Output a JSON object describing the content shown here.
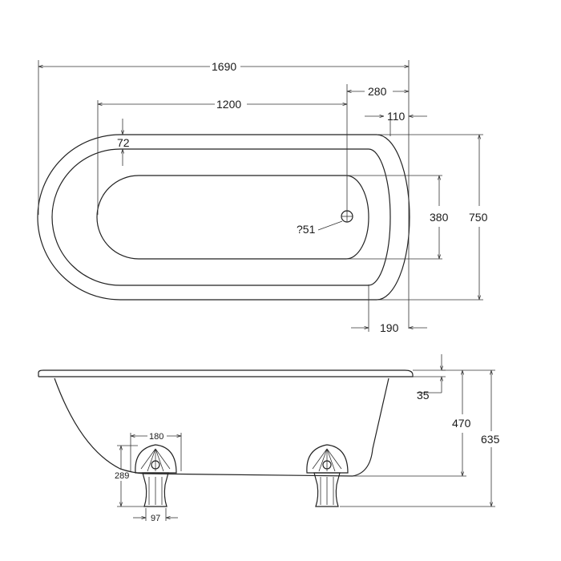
{
  "drawing": {
    "type": "bathtub technical drawing",
    "plan_view": {
      "overall_length": "1690",
      "inner_length": "1200",
      "waste_offset": "280",
      "end_offset_top": "110",
      "rim_width": "72",
      "inner_width": "380",
      "overall_width": "750",
      "end_offset_bottom": "190",
      "waste_diameter": "?51"
    },
    "side_view": {
      "rim_thickness": "35",
      "depth": "470",
      "overall_height": "635",
      "foot_width": "180",
      "foot_height": "289",
      "foot_base": "97"
    }
  }
}
